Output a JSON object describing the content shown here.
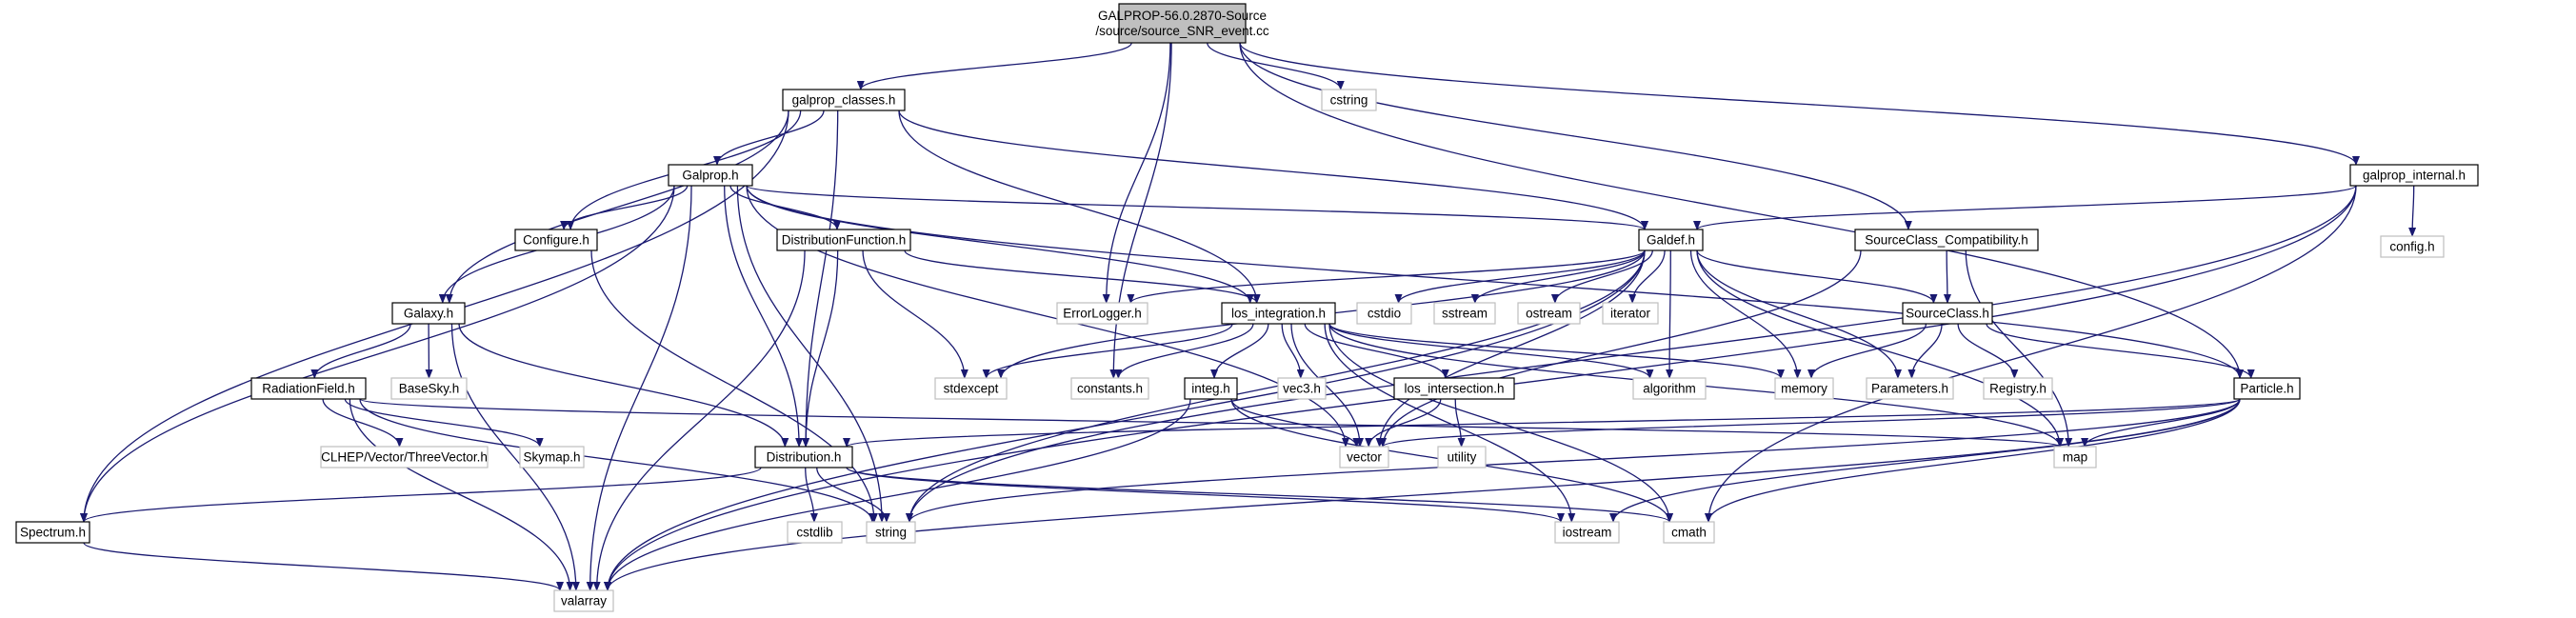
{
  "colors": {
    "edge": "#191970",
    "root_fill": "#bfbfbf",
    "root_border": "#000000",
    "documented_border": "#000000",
    "external_border": "#bfbfbf",
    "node_fill": "#ffffff",
    "text": "#000000"
  },
  "nodes": [
    {
      "id": "root",
      "lines": [
        "GALPROP-56.0.2870-Source",
        "/source/source_SNR_event.cc"
      ],
      "kind": "root"
    },
    {
      "id": "galprop_classes",
      "lines": [
        "galprop_classes.h"
      ],
      "kind": "documented"
    },
    {
      "id": "cstring",
      "lines": [
        "cstring"
      ],
      "kind": "external"
    },
    {
      "id": "galprop_internal",
      "lines": [
        "galprop_internal.h"
      ],
      "kind": "documented"
    },
    {
      "id": "galprop_h",
      "lines": [
        "Galprop.h"
      ],
      "kind": "documented"
    },
    {
      "id": "configure",
      "lines": [
        "Configure.h"
      ],
      "kind": "documented"
    },
    {
      "id": "distfunc",
      "lines": [
        "DistributionFunction.h"
      ],
      "kind": "documented"
    },
    {
      "id": "galdef",
      "lines": [
        "Galdef.h"
      ],
      "kind": "documented"
    },
    {
      "id": "sourceclass_compat",
      "lines": [
        "SourceClass_Compatibility.h"
      ],
      "kind": "documented"
    },
    {
      "id": "config_h",
      "lines": [
        "config.h"
      ],
      "kind": "external"
    },
    {
      "id": "galaxy",
      "lines": [
        "Galaxy.h"
      ],
      "kind": "documented"
    },
    {
      "id": "errorlogger",
      "lines": [
        "ErrorLogger.h"
      ],
      "kind": "external"
    },
    {
      "id": "los_integration",
      "lines": [
        "los_integration.h"
      ],
      "kind": "documented"
    },
    {
      "id": "cstdio",
      "lines": [
        "cstdio"
      ],
      "kind": "external"
    },
    {
      "id": "sstream",
      "lines": [
        "sstream"
      ],
      "kind": "external"
    },
    {
      "id": "ostream",
      "lines": [
        "ostream"
      ],
      "kind": "external"
    },
    {
      "id": "iterator",
      "lines": [
        "iterator"
      ],
      "kind": "external"
    },
    {
      "id": "sourceclass",
      "lines": [
        "SourceClass.h"
      ],
      "kind": "documented"
    },
    {
      "id": "radiationfield",
      "lines": [
        "RadiationField.h"
      ],
      "kind": "documented"
    },
    {
      "id": "basesky",
      "lines": [
        "BaseSky.h"
      ],
      "kind": "external"
    },
    {
      "id": "stdexcept",
      "lines": [
        "stdexcept"
      ],
      "kind": "external"
    },
    {
      "id": "constants",
      "lines": [
        "constants.h"
      ],
      "kind": "external"
    },
    {
      "id": "integ",
      "lines": [
        "integ.h"
      ],
      "kind": "documented"
    },
    {
      "id": "vec3",
      "lines": [
        "vec3.h"
      ],
      "kind": "external"
    },
    {
      "id": "los_intersection",
      "lines": [
        "los_intersection.h"
      ],
      "kind": "documented"
    },
    {
      "id": "algorithm",
      "lines": [
        "algorithm"
      ],
      "kind": "external"
    },
    {
      "id": "memory",
      "lines": [
        "memory"
      ],
      "kind": "external"
    },
    {
      "id": "parameters",
      "lines": [
        "Parameters.h"
      ],
      "kind": "external"
    },
    {
      "id": "registry",
      "lines": [
        "Registry.h"
      ],
      "kind": "external"
    },
    {
      "id": "particle",
      "lines": [
        "Particle.h"
      ],
      "kind": "documented"
    },
    {
      "id": "threevector",
      "lines": [
        "CLHEP/Vector/ThreeVector.h"
      ],
      "kind": "external"
    },
    {
      "id": "skymap",
      "lines": [
        "Skymap.h"
      ],
      "kind": "external"
    },
    {
      "id": "distribution",
      "lines": [
        "Distribution.h"
      ],
      "kind": "documented"
    },
    {
      "id": "utility",
      "lines": [
        "utility"
      ],
      "kind": "external"
    },
    {
      "id": "vector",
      "lines": [
        "vector"
      ],
      "kind": "external"
    },
    {
      "id": "map",
      "lines": [
        "map"
      ],
      "kind": "external"
    },
    {
      "id": "spectrum",
      "lines": [
        "Spectrum.h"
      ],
      "kind": "documented"
    },
    {
      "id": "cstdlib",
      "lines": [
        "cstdlib"
      ],
      "kind": "external"
    },
    {
      "id": "string",
      "lines": [
        "string"
      ],
      "kind": "external"
    },
    {
      "id": "iostream",
      "lines": [
        "iostream"
      ],
      "kind": "external"
    },
    {
      "id": "cmath",
      "lines": [
        "cmath"
      ],
      "kind": "external"
    },
    {
      "id": "valarray",
      "lines": [
        "valarray"
      ],
      "kind": "external"
    }
  ],
  "edges": [
    [
      "root",
      "galprop_classes"
    ],
    [
      "root",
      "cstring"
    ],
    [
      "root",
      "galprop_internal"
    ],
    [
      "root",
      "errorlogger"
    ],
    [
      "root",
      "constants"
    ],
    [
      "root",
      "sourceclass_compat"
    ],
    [
      "root",
      "particle"
    ],
    [
      "galprop_classes",
      "galprop_h"
    ],
    [
      "galprop_classes",
      "configure"
    ],
    [
      "galprop_classes",
      "galaxy"
    ],
    [
      "galprop_classes",
      "spectrum"
    ],
    [
      "galprop_classes",
      "galdef"
    ],
    [
      "galprop_classes",
      "distribution"
    ],
    [
      "galprop_classes",
      "los_integration"
    ],
    [
      "galprop_h",
      "configure"
    ],
    [
      "galprop_h",
      "distfunc"
    ],
    [
      "galprop_h",
      "galdef"
    ],
    [
      "galprop_h",
      "galaxy"
    ],
    [
      "galprop_h",
      "los_integration"
    ],
    [
      "galprop_h",
      "spectrum"
    ],
    [
      "galprop_h",
      "distribution"
    ],
    [
      "galprop_h",
      "particle"
    ],
    [
      "galprop_h",
      "string"
    ],
    [
      "galprop_h",
      "vector"
    ],
    [
      "galprop_h",
      "valarray"
    ],
    [
      "configure",
      "string"
    ],
    [
      "distfunc",
      "los_integration"
    ],
    [
      "distfunc",
      "distribution"
    ],
    [
      "distfunc",
      "stdexcept"
    ],
    [
      "distfunc",
      "valarray"
    ],
    [
      "galaxy",
      "radiationfield"
    ],
    [
      "galaxy",
      "basesky"
    ],
    [
      "galaxy",
      "distribution"
    ],
    [
      "galaxy",
      "valarray"
    ],
    [
      "radiationfield",
      "threevector"
    ],
    [
      "radiationfield",
      "skymap"
    ],
    [
      "radiationfield",
      "string"
    ],
    [
      "radiationfield",
      "valarray"
    ],
    [
      "radiationfield",
      "map"
    ],
    [
      "galdef",
      "errorlogger"
    ],
    [
      "galdef",
      "cstdio"
    ],
    [
      "galdef",
      "sstream"
    ],
    [
      "galdef",
      "ostream"
    ],
    [
      "galdef",
      "iterator"
    ],
    [
      "galdef",
      "algorithm"
    ],
    [
      "galdef",
      "memory"
    ],
    [
      "galdef",
      "parameters"
    ],
    [
      "galdef",
      "sourceclass"
    ],
    [
      "galdef",
      "vector"
    ],
    [
      "galdef",
      "map"
    ],
    [
      "galdef",
      "string"
    ],
    [
      "galdef",
      "valarray"
    ],
    [
      "galdef",
      "stdexcept"
    ],
    [
      "sourceclass_compat",
      "sourceclass"
    ],
    [
      "sourceclass_compat",
      "vector"
    ],
    [
      "sourceclass_compat",
      "map"
    ],
    [
      "sourceclass",
      "memory"
    ],
    [
      "sourceclass",
      "parameters"
    ],
    [
      "sourceclass",
      "registry"
    ],
    [
      "sourceclass",
      "particle"
    ],
    [
      "galprop_internal",
      "galdef"
    ],
    [
      "galprop_internal",
      "config_h"
    ],
    [
      "galprop_internal",
      "string"
    ],
    [
      "galprop_internal",
      "cmath"
    ],
    [
      "galprop_internal",
      "valarray"
    ],
    [
      "los_integration",
      "stdexcept"
    ],
    [
      "los_integration",
      "constants"
    ],
    [
      "los_integration",
      "integ"
    ],
    [
      "los_integration",
      "vec3"
    ],
    [
      "los_integration",
      "los_intersection"
    ],
    [
      "los_integration",
      "vector"
    ],
    [
      "los_integration",
      "algorithm"
    ],
    [
      "los_integration",
      "memory"
    ],
    [
      "los_integration",
      "cmath"
    ],
    [
      "los_integration",
      "iostream"
    ],
    [
      "los_integration",
      "map"
    ],
    [
      "integ",
      "vector"
    ],
    [
      "integ",
      "valarray"
    ],
    [
      "integ",
      "cmath"
    ],
    [
      "los_intersection",
      "utility"
    ],
    [
      "los_intersection",
      "vector"
    ],
    [
      "particle",
      "distribution"
    ],
    [
      "particle",
      "map"
    ],
    [
      "particle",
      "string"
    ],
    [
      "particle",
      "vector"
    ],
    [
      "particle",
      "iostream"
    ],
    [
      "particle",
      "cmath"
    ],
    [
      "particle",
      "valarray"
    ],
    [
      "distribution",
      "spectrum"
    ],
    [
      "distribution",
      "cstdlib"
    ],
    [
      "distribution",
      "string"
    ],
    [
      "distribution",
      "iostream"
    ],
    [
      "distribution",
      "cmath"
    ],
    [
      "spectrum",
      "valarray"
    ]
  ]
}
